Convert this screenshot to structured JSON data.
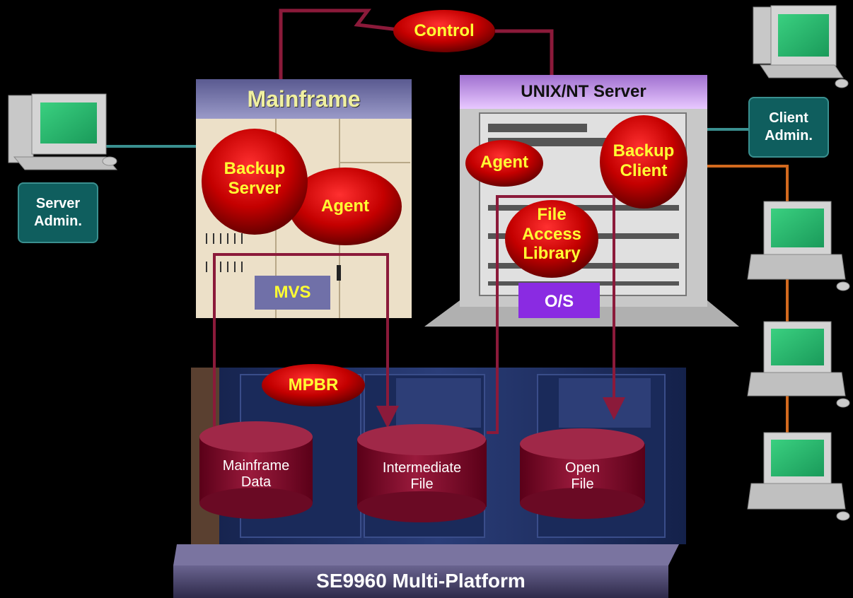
{
  "diagram": {
    "control_label": "Control",
    "mainframe": {
      "title": "Mainframe",
      "backup_server": "Backup\nServer",
      "agent": "Agent",
      "os": "MVS"
    },
    "unix_server": {
      "title": "UNIX/NT Server",
      "agent": "Agent",
      "backup_client": "Backup\nClient",
      "file_access_library": "File\nAccess\nLibrary",
      "os": "O/S"
    },
    "storage": {
      "mpbr": "MPBR",
      "mainframe_data": "Mainframe\nData",
      "intermediate_file": "Intermediate\nFile",
      "open_file": "Open\nFile",
      "platform": "SE9960 Multi-Platform"
    },
    "server_admin": "Server\nAdmin.",
    "client_admin": "Client\nAdmin."
  },
  "colors": {
    "background": "#000000",
    "connector_red": "#8b1a3a",
    "connector_teal": "#3a8f8f",
    "connector_orange": "#d2691e",
    "ellipse_red": "#c80000",
    "label_yellow": "#ffff33",
    "admin_teal": "#0f5e5e",
    "platform_purple": "#4a4470",
    "unix_header_purple": "#d8b0f0",
    "mainframe_beige": "#ece0c8"
  }
}
